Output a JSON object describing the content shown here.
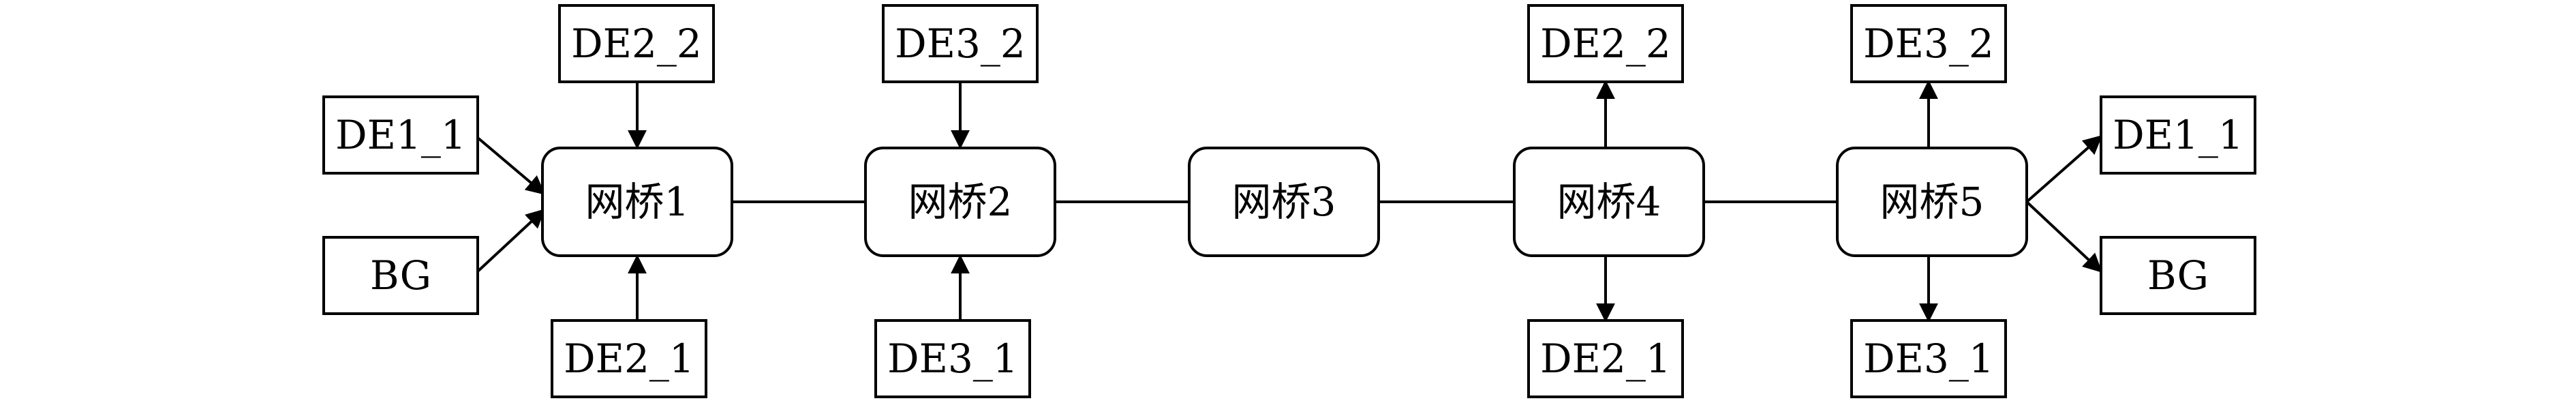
{
  "bridges": [
    {
      "id": "b1",
      "label": "网桥1"
    },
    {
      "id": "b2",
      "label": "网桥2"
    },
    {
      "id": "b3",
      "label": "网桥3"
    },
    {
      "id": "b4",
      "label": "网桥4"
    },
    {
      "id": "b5",
      "label": "网桥5"
    }
  ],
  "devices": [
    {
      "id": "b1_top",
      "label": "DE2_2"
    },
    {
      "id": "b1_left_upper",
      "label": "DE1_1"
    },
    {
      "id": "b1_left_lower",
      "label": "BG"
    },
    {
      "id": "b1_bottom",
      "label": "DE2_1"
    },
    {
      "id": "b2_top",
      "label": "DE3_2"
    },
    {
      "id": "b2_bottom",
      "label": "DE3_1"
    },
    {
      "id": "b4_top",
      "label": "DE2_2"
    },
    {
      "id": "b4_bottom",
      "label": "DE2_1"
    },
    {
      "id": "b5_top",
      "label": "DE3_2"
    },
    {
      "id": "b5_right_upper",
      "label": "DE1_1"
    },
    {
      "id": "b5_right_lower",
      "label": "BG"
    },
    {
      "id": "b5_bottom",
      "label": "DE3_1"
    }
  ],
  "links": [
    {
      "from": "b1",
      "to": "b2",
      "arrow": false
    },
    {
      "from": "b2",
      "to": "b3",
      "arrow": false
    },
    {
      "from": "b3",
      "to": "b4",
      "arrow": false
    },
    {
      "from": "b4",
      "to": "b5",
      "arrow": false
    },
    {
      "from": "b1_top",
      "to": "b1",
      "arrow": true
    },
    {
      "from": "b1_left_upper",
      "to": "b1",
      "arrow": true
    },
    {
      "from": "b1_left_lower",
      "to": "b1",
      "arrow": true
    },
    {
      "from": "b1_bottom",
      "to": "b1",
      "arrow": true
    },
    {
      "from": "b2_top",
      "to": "b2",
      "arrow": true
    },
    {
      "from": "b2_bottom",
      "to": "b2",
      "arrow": true
    },
    {
      "from": "b4",
      "to": "b4_top",
      "arrow": true
    },
    {
      "from": "b4",
      "to": "b4_bottom",
      "arrow": true
    },
    {
      "from": "b5",
      "to": "b5_top",
      "arrow": true
    },
    {
      "from": "b5",
      "to": "b5_right_upper",
      "arrow": true
    },
    {
      "from": "b5",
      "to": "b5_right_lower",
      "arrow": true
    },
    {
      "from": "b5",
      "to": "b5_bottom",
      "arrow": true
    }
  ]
}
